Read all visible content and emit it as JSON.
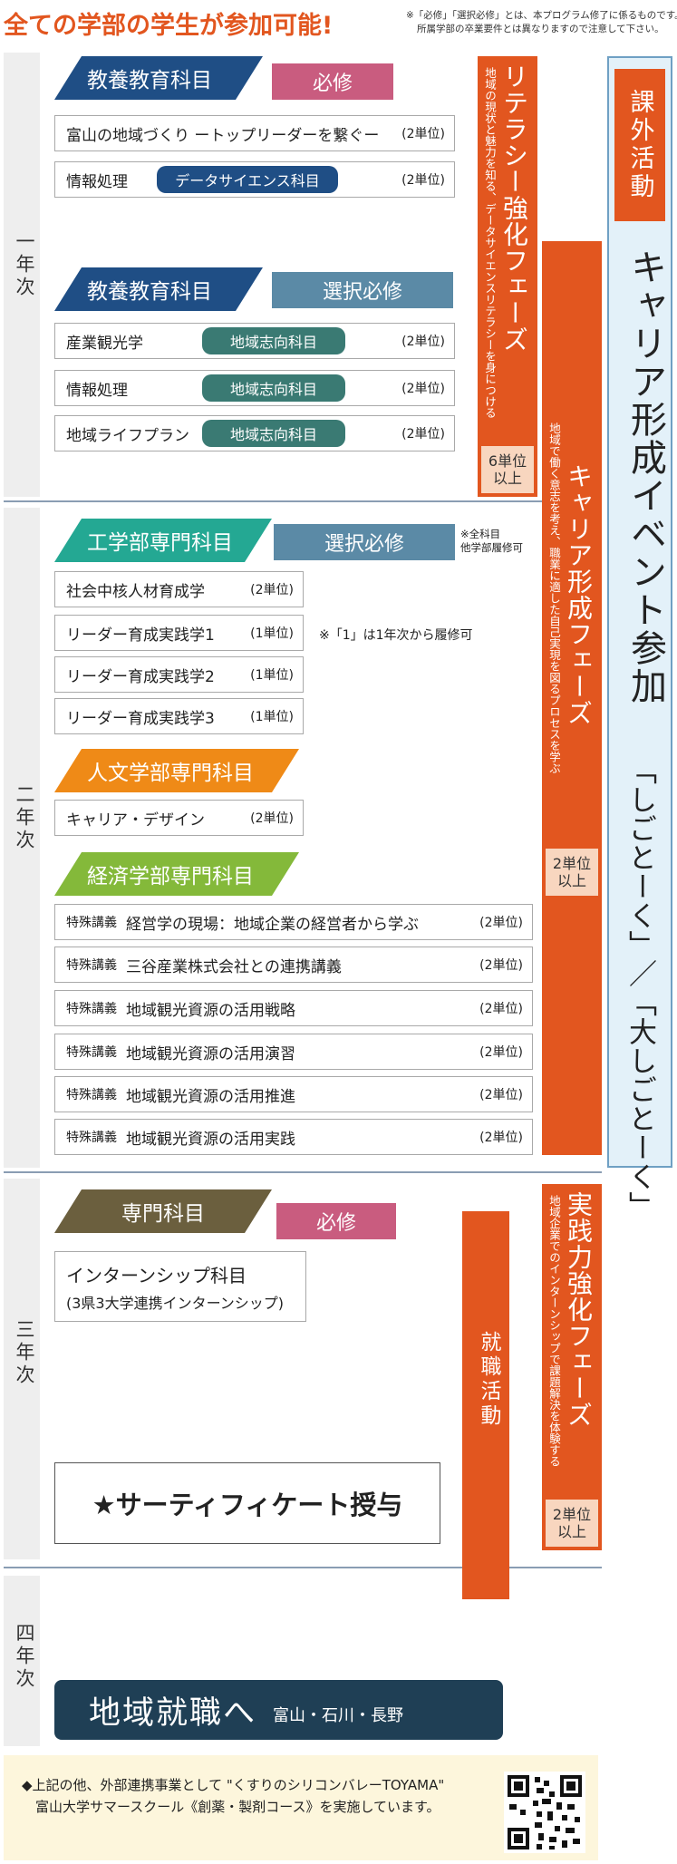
{
  "header": {
    "headline": "全ての学部の学生が参加可能!",
    "note_line1": "※「必修」「選択必修」とは、本プログラム修了に係るものです。",
    "note_line2": "所属学部の卒業要件とは異なりますので注意して下さい。"
  },
  "years": {
    "y1": "一年次",
    "y2": "二年次",
    "y3": "三年次",
    "y4": "四年次"
  },
  "year1": {
    "block_a": {
      "tag": "教養教育科目",
      "req": "必修",
      "rows": [
        {
          "name": "富山の地域づくり ートップリーダーを繋ぐー",
          "units": "(2単位)"
        },
        {
          "name": "情報処理",
          "badge": "データサイエンス科目",
          "units": "(2単位)"
        }
      ]
    },
    "block_b": {
      "tag": "教養教育科目",
      "req": "選択必修",
      "rows": [
        {
          "name": "産業観光学",
          "badge": "地域志向科目",
          "units": "(2単位)"
        },
        {
          "name": "情報処理",
          "badge": "地域志向科目",
          "units": "(2単位)"
        },
        {
          "name": "地域ライフプラン",
          "badge": "地域志向科目",
          "units": "(2単位)"
        }
      ]
    }
  },
  "year2": {
    "eng": {
      "tag": "工学部専門科目",
      "req": "選択必修",
      "req_note1": "※全科目",
      "req_note2": "他学部履修可",
      "side_note": "※「1」は1年次から履修可",
      "rows": [
        {
          "name": "社会中核人材育成学",
          "units": "(2単位)"
        },
        {
          "name": "リーダー育成実践学1",
          "units": "(1単位)"
        },
        {
          "name": "リーダー育成実践学2",
          "units": "(1単位)"
        },
        {
          "name": "リーダー育成実践学3",
          "units": "(1単位)"
        }
      ]
    },
    "hum": {
      "tag": "人文学部専門科目",
      "rows": [
        {
          "name": "キャリア・デザイン",
          "units": "(2単位)"
        }
      ]
    },
    "econ": {
      "tag": "経済学部専門科目",
      "prefix": "特殊講義",
      "rows": [
        {
          "name": "経営学の現場：地域企業の経営者から学ぶ",
          "units": "(2単位)"
        },
        {
          "name": "三谷産業株式会社との連携講義",
          "units": "(2単位)"
        },
        {
          "name": "地域観光資源の活用戦略",
          "units": "(2単位)"
        },
        {
          "name": "地域観光資源の活用演習",
          "units": "(2単位)"
        },
        {
          "name": "地域観光資源の活用推進",
          "units": "(2単位)"
        },
        {
          "name": "地域観光資源の活用実践",
          "units": "(2単位)"
        }
      ]
    }
  },
  "year3": {
    "tag": "専門科目",
    "req": "必修",
    "intern_line1": "インターンシップ科目",
    "intern_line2": "(3県3大学連携インターンシップ)",
    "certificate": "★サーティフィケート授与"
  },
  "year4": {
    "goal_main": "地域就職へ",
    "goal_sub": "富山・石川・長野"
  },
  "phases": {
    "literacy": {
      "title": "リテラシー強化フェーズ",
      "sub": "地域の現状と魅力を知る、データサイエンスリテラシーを身につける",
      "units1": "6単位",
      "units2": "以上"
    },
    "career": {
      "title": "キャリア形成フェーズ",
      "sub": "地域で働く意志を考え、職業に適した自己実現を図るプロセスを学ぶ",
      "units1": "2単位",
      "units2": "以上"
    },
    "practice": {
      "title": "実践力強化フェーズ",
      "sub": "地域企業でのインターンシップで課題解決を体験する",
      "units1": "2単位",
      "units2": "以上"
    },
    "job": {
      "title": "就職活動"
    }
  },
  "extracurricular": {
    "head": "課外活動",
    "title": "キャリア形成イベント参加",
    "events": "「しごとーく」／「大しごとーく」"
  },
  "footer": {
    "line1": "◆上記の他、外部連携事業として \"くすりのシリコンバレーTOYAMA\"",
    "line2": "富山大学サマースクール《創薬・製剤コース》を実施しています。"
  },
  "colors": {
    "orange": "#e2561f",
    "navy_tag": "#1f4e85",
    "teal_tag": "#24a893",
    "amber_tag": "#ef8a17",
    "green_tag": "#84b93a",
    "brown_tag": "#6b5f3e",
    "required_pill": "#c95c7f",
    "elective_pill": "#5b8aa6",
    "region_badge": "#3a7a73",
    "ds_badge": "#1f4e85"
  }
}
